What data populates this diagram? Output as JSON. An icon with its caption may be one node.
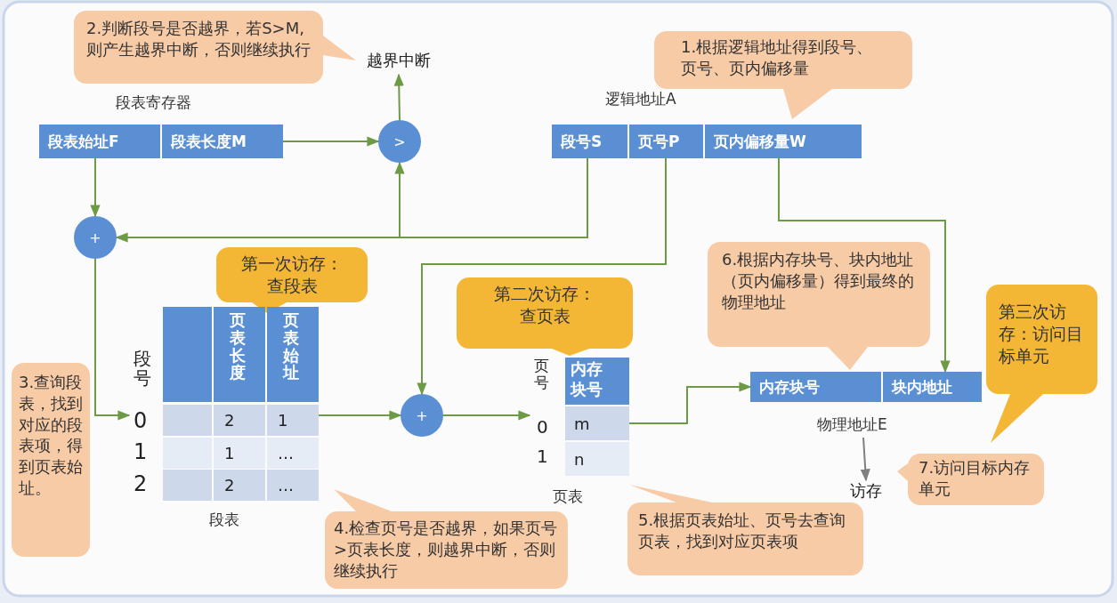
{
  "diagram": {
    "nodes": [
      {
        "text": [
          "2.判断段号是否越界，若S>M,则产生越界中断，否则继续执行"
        ]
      },
      {
        "text": [
          "越界中断"
        ]
      },
      {
        "text": [
          "1.根据逻辑地址得到段号、页号、页内偏移量"
        ]
      },
      {
        "text": [
          "段表寄存器"
        ]
      },
      {
        "text": [
          "段表始址F"
        ],
        "in": 3
      },
      {
        "text": [
          "段表长度M"
        ],
        "in": 3
      },
      {
        "text": [
          "逻辑地址A"
        ]
      },
      {
        "text": [
          "段号S"
        ],
        "in": 6
      },
      {
        "text": [
          "页号P"
        ],
        "in": 6
      },
      {
        "text": [
          "页内偏移量W"
        ],
        "in": 6
      },
      {
        "text": [
          ">"
        ]
      },
      {
        "text": [
          "+"
        ]
      },
      {
        "text": [
          "第一次访存：查段表"
        ]
      },
      {
        "text": [
          "3.查询段表，找到对应的段表项，得到页表始址。"
        ]
      },
      {
        "text": [
          "段表"
        ]
      },
      {
        "text": [
          "第二次访存：查页表"
        ]
      },
      {
        "text": [
          "+"
        ]
      },
      {
        "text": [
          "页表"
        ]
      },
      {
        "text": [
          "6.根据内存块号、块内地址（页内偏移量）得到最终的物理地址"
        ]
      },
      {
        "text": [
          "物理地址E"
        ]
      },
      {
        "text": [
          "内存块号"
        ],
        "in": 19
      },
      {
        "text": [
          "块内地址"
        ],
        "in": 19
      },
      {
        "text": [
          "第三次访存：访问目标单元"
        ]
      },
      {
        "text": [
          "访存"
        ]
      },
      {
        "text": [
          "4.检查页号是否越界，如果页号>页表长度，则越界中断，否则继续执行"
        ]
      },
      {
        "text": [
          "5.根据页表始址、页号去查询页表，找到对应页表项"
        ]
      },
      {
        "text": [
          "7.访问目标内存单元"
        ]
      }
    ],
    "edges": [
      {
        "from": 4,
        "to": 11,
        "arrow": "to"
      },
      {
        "from": 5,
        "to": 10,
        "arrow": "to"
      },
      {
        "from": 7,
        "to": 11,
        "arrow": "to"
      },
      {
        "from": 7,
        "to": 10,
        "arrow": "to"
      },
      {
        "from": 10,
        "to": 1,
        "arrow": "to"
      },
      {
        "from": 11,
        "to": 14,
        "arrow": "to"
      },
      {
        "from": 14,
        "to": 16,
        "arrow": "to"
      },
      {
        "from": 8,
        "to": 16,
        "arrow": "to"
      },
      {
        "from": 16,
        "to": 17,
        "arrow": "to"
      },
      {
        "from": 17,
        "to": 20,
        "arrow": "to"
      },
      {
        "from": 9,
        "to": 21,
        "arrow": "to"
      },
      {
        "from": 19,
        "to": 23,
        "arrow": "to",
        "color": "#7f7f7f"
      }
    ],
    "labels": [
      "段号",
      "0",
      "1",
      "2",
      "页表长度",
      "页表始址",
      "2",
      "1",
      "1",
      "…",
      "2",
      "…",
      "页号",
      "0",
      "1",
      "内存块号",
      "m",
      "n"
    ]
  }
}
